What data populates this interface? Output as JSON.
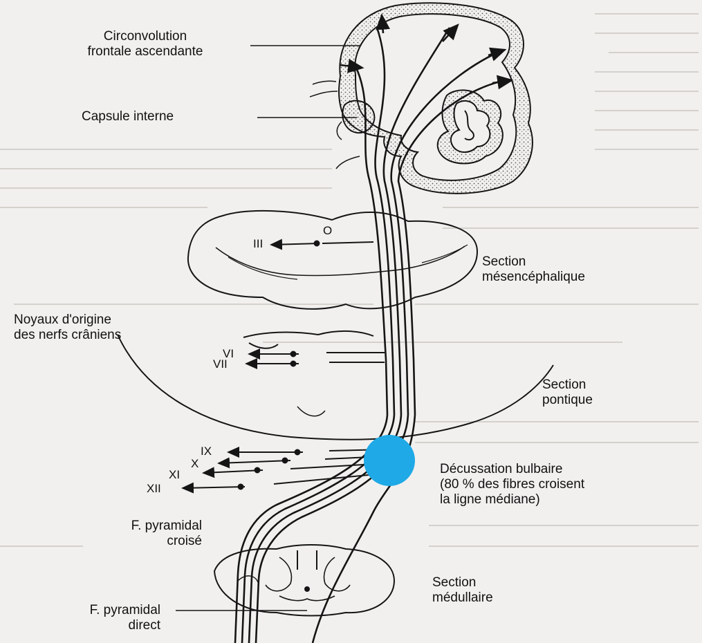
{
  "labels": {
    "circonvolution": "Circonvolution\nfrontale ascendante",
    "capsule": "Capsule interne",
    "mesencephalique": "Section\nmésencéphalique",
    "noyaux": "Noyaux d'origine\ndes nerfs crâniens",
    "pontique": "Section\npontique",
    "decussation": "Décussation bulbaire\n(80 % des fibres croisent\nla ligne médiane)",
    "pyramidal_croise": "F. pyramidal\ncroisé",
    "medullaire": "Section\nmédullaire",
    "pyramidal_direct": "F. pyramidal\ndirect"
  },
  "nerves": {
    "n3": "III",
    "n3_nucleus": "O",
    "n6": "VI",
    "n7": "VII",
    "n9": "IX",
    "n10": "X",
    "n11": "XI",
    "n12": "XII"
  },
  "colors": {
    "ink": "#151515",
    "marker": "#1fa9e6",
    "paper": "#f2f0ee"
  }
}
